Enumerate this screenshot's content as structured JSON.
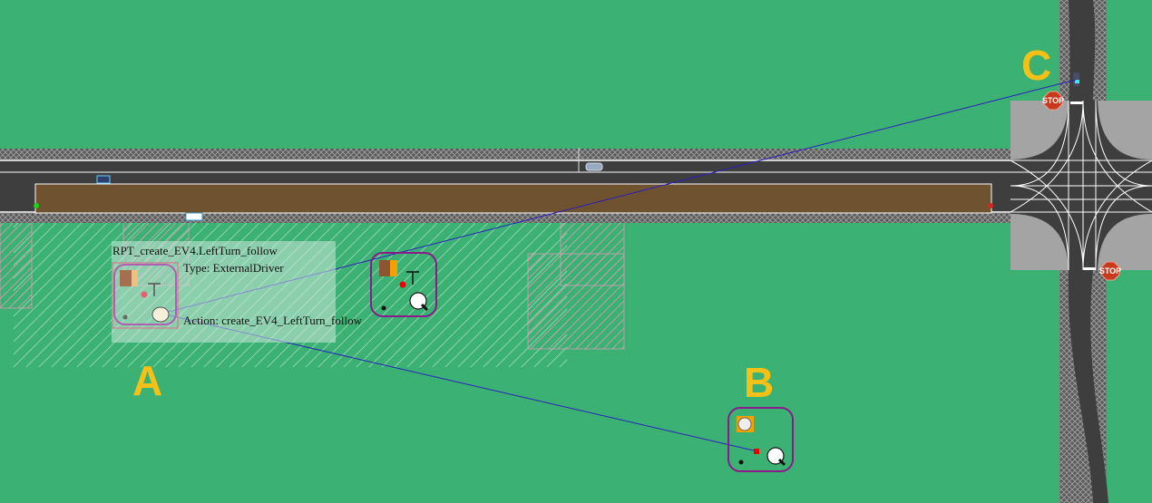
{
  "colors": {
    "grass": "#3bb273",
    "road": "#3e3e3e",
    "median": "#6f5330",
    "intersection": "#a4a4a4",
    "marker_label": "#f5c018",
    "link_line": "#2a1fbf",
    "selection": "#8b1a8b"
  },
  "markers": {
    "a": "A",
    "b": "B",
    "c": "C"
  },
  "selected_object": {
    "name": "RPT_create_EV4.LeftTurn_follow",
    "type_label": "Type: ExternalDriver",
    "action_label": "Action: create_EV4_LeftTurn_follow"
  },
  "signs": {
    "stop_north": "STOP",
    "stop_south": "STOP"
  }
}
